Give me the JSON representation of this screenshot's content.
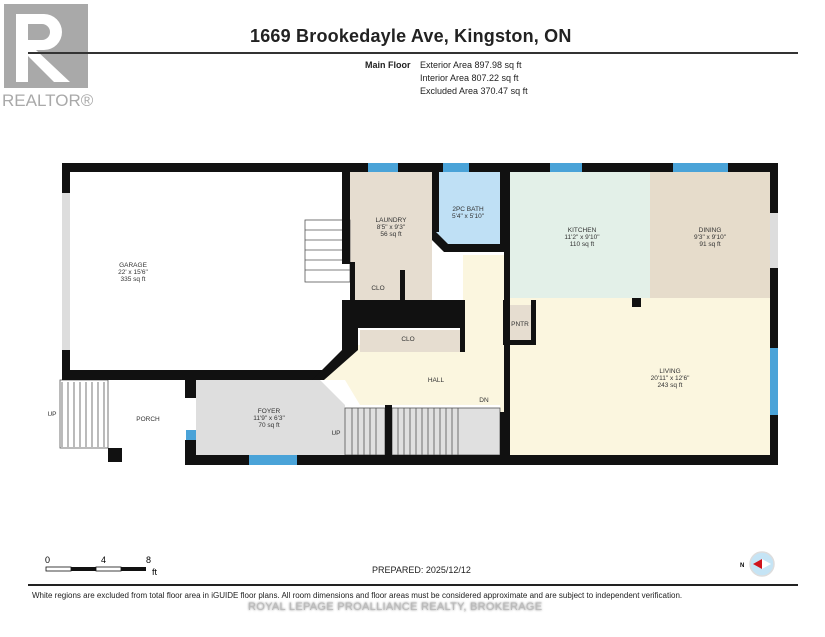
{
  "header": {
    "logo_text": "REALTOR®",
    "title": "1669 Brookedayle Ave, Kingston, ON",
    "floor_label": "Main Floor",
    "areas": [
      "Exterior Area 897.98 sq ft",
      "Interior Area 807.22 sq ft",
      "Excluded Area 370.47 sq ft"
    ]
  },
  "rooms": {
    "garage": {
      "name": "GARAGE",
      "dims": "22' x 15'6\"",
      "area": "335 sq ft"
    },
    "laundry": {
      "name": "LAUNDRY",
      "dims": "8'5\" x 9'3\"",
      "area": "56 sq ft"
    },
    "bath": {
      "name": "2PC BATH",
      "dims": "5'4\" x 5'10\""
    },
    "kitchen": {
      "name": "KITCHEN",
      "dims": "11'2\" x 9'10\"",
      "area": "110 sq ft"
    },
    "dining": {
      "name": "DINING",
      "dims": "9'3\" x 9'10\"",
      "area": "91 sq ft"
    },
    "living": {
      "name": "LIVING",
      "dims": "20'11\" x 12'6\"",
      "area": "243 sq ft"
    },
    "foyer": {
      "name": "FOYER",
      "dims": "11'9\" x 6'3\"",
      "area": "70 sq ft"
    },
    "clo1": "CLO",
    "clo2": "CLO",
    "pantry": "PNTR",
    "hall": "HALL",
    "porch": "PORCH",
    "up1": "UP",
    "up2": "UP",
    "dn": "DN"
  },
  "scale": {
    "ticks": [
      "0",
      "4",
      "8"
    ],
    "unit": "ft"
  },
  "footer": {
    "prepared": "PREPARED: 2025/12/12",
    "compass_label": "N",
    "disclaimer": "White regions are excluded from total floor area in iGUIDE floor plans. All room dimensions and floor areas must be considered approximate and are subject to independent verification.",
    "watermark": "ROYAL LEPAGE PROALLIANCE REALTY, BROKERAGE"
  },
  "colors": {
    "bath": "#bfe0f5",
    "kitchen": "#e3f0e8",
    "dining": "#e6dccb",
    "laundry": "#e6ddd0",
    "hall": "#fbf6df",
    "foyer": "#dedede",
    "window": "#4aa3d8"
  }
}
